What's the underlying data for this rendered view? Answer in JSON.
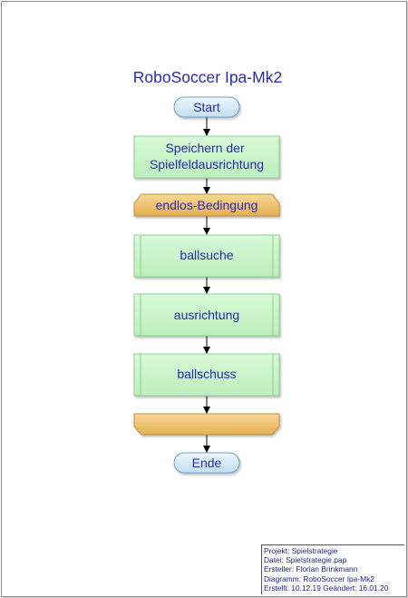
{
  "diagram": {
    "title": "RoboSoccer Ipa-Mk2",
    "nodes": [
      {
        "id": "start",
        "shape": "terminal",
        "label": "Start"
      },
      {
        "id": "init",
        "shape": "process",
        "label_lines": [
          "Speichern der",
          "Spielfeldausrichtung"
        ]
      },
      {
        "id": "loop_begin",
        "shape": "loop-begin",
        "label": "endlos-Bedingung"
      },
      {
        "id": "ballsuche",
        "shape": "subprocess",
        "label": "ballsuche"
      },
      {
        "id": "ausrichtung",
        "shape": "subprocess",
        "label": "ausrichtung"
      },
      {
        "id": "ballschuss",
        "shape": "subprocess",
        "label": "ballschuss"
      },
      {
        "id": "loop_end",
        "shape": "loop-end",
        "label": ""
      },
      {
        "id": "end",
        "shape": "terminal",
        "label": "Ende"
      }
    ],
    "edges": [
      [
        "start",
        "init"
      ],
      [
        "init",
        "loop_begin"
      ],
      [
        "loop_begin",
        "ballsuche"
      ],
      [
        "ballsuche",
        "ausrichtung"
      ],
      [
        "ausrichtung",
        "ballschuss"
      ],
      [
        "ballschuss",
        "loop_end"
      ],
      [
        "loop_end",
        "end"
      ]
    ]
  },
  "info_box": {
    "lines": [
      "Projekt: Spielstrategie",
      "Datei: Spielstrategie.pap",
      "Ersteller: Florian Brinkmann",
      "Diagramm: RoboSoccer Ipa-Mk2",
      "Erstellt: 10.12.19  Geändert: 16.01.20"
    ]
  },
  "colors": {
    "title_text": "#2a2ab0",
    "terminal_fill": "#d8ecf8",
    "process_fill": "#c8f4c8",
    "loop_fill": "#f2c878",
    "arrow": "#000000"
  }
}
